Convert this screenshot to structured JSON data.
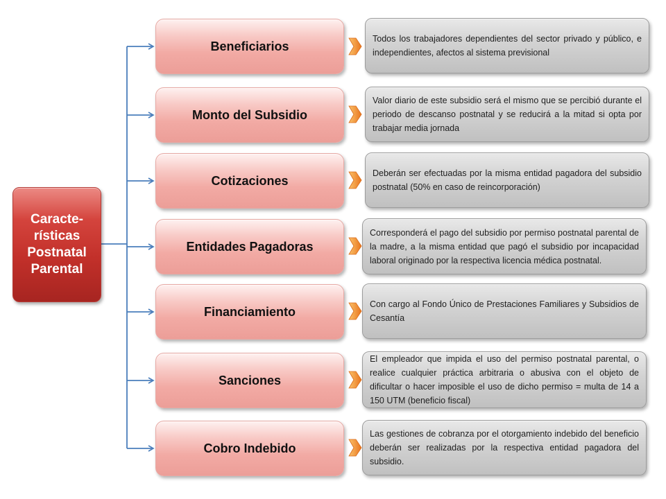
{
  "root": {
    "lines": [
      "Caracte-",
      "rísticas",
      "Postnatal",
      "Parental"
    ]
  },
  "items": [
    {
      "label": "Beneficiarios",
      "description": "Todos los trabajadores dependientes del sector privado y público, e independientes, afectos al sistema previsional"
    },
    {
      "label": "Monto del Subsidio",
      "description": "Valor diario de este subsidio será el mismo que se percibió durante el periodo de descanso postnatal y se reducirá a la mitad si opta por trabajar media jornada"
    },
    {
      "label": "Cotizaciones",
      "description": "Deberán ser efectuadas por la misma entidad pagadora del subsidio postnatal  (50% en caso de reincorporación)"
    },
    {
      "label": "Entidades Pagadoras",
      "description": "Corresponderá el pago del subsidio por permiso postnatal parental de la madre, a la misma entidad que pagó el subsidio por incapacidad laboral originado por la respectiva licencia médica postnatal."
    },
    {
      "label": "Financiamiento",
      "description": "Con cargo al Fondo Único de Prestaciones Familiares y Subsidios de Cesantía"
    },
    {
      "label": "Sanciones",
      "description": "El empleador que impida el uso del permiso postnatal parental, o realice cualquier práctica arbitraria o abusiva con el objeto de dificultar o hacer imposible el uso de dicho permiso = multa de 14 a 150 UTM (beneficio fiscal)"
    },
    {
      "label": "Cobro Indebido",
      "description": "Las gestiones de cobranza por el otorgamiento indebido del beneficio deberán ser realizadas por la respectiva entidad pagadora del subsidio."
    }
  ],
  "colors": {
    "connector": "#4a7ebb",
    "arrow_light": "#fbc26a",
    "arrow_dark": "#e8741e"
  }
}
